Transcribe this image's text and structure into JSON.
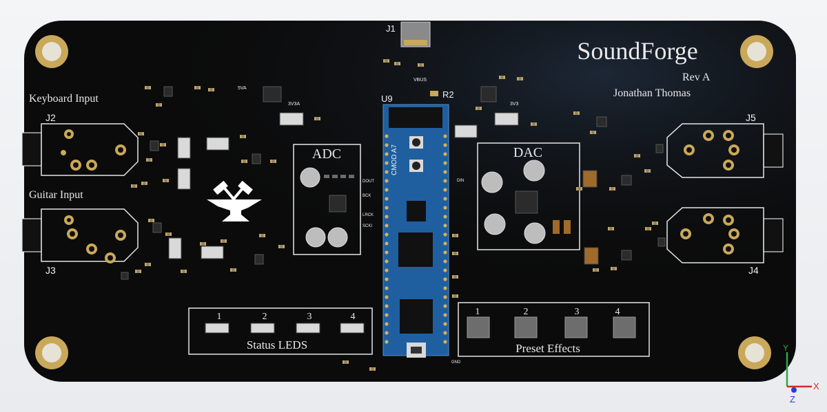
{
  "board": {
    "title": "SoundForge",
    "revision": "Rev A",
    "author": "Jonathan Thomas",
    "colors": {
      "pcb": "#0b0b0b",
      "silk": "#e8e8e8",
      "gold": "#c9a85a",
      "module": "#1f5fa0"
    }
  },
  "connectors": {
    "j1": "J1",
    "j2": "J2",
    "j3": "J3",
    "j4": "J4",
    "j5": "J5",
    "keyboard_input": "Keyboard Input",
    "guitar_input": "Guitar Input"
  },
  "blocks": {
    "adc": "ADC",
    "dac": "DAC",
    "u9": "U9",
    "r2": "R2",
    "module_label": "CMOD A7",
    "pin_labels": [
      "DOUT",
      "BCK",
      "LRCK",
      "SCKI",
      "DIN",
      "GND"
    ],
    "power_labels": [
      "3V3A",
      "3V3",
      "5VA",
      "VBUS"
    ]
  },
  "status_leds": {
    "title": "Status LEDS",
    "numbers": [
      "1",
      "2",
      "3",
      "4"
    ]
  },
  "preset_effects": {
    "title": "Preset Effects",
    "numbers": [
      "1",
      "2",
      "3",
      "4"
    ]
  },
  "axis": {
    "x": "X",
    "y": "Y",
    "z": "Z"
  }
}
